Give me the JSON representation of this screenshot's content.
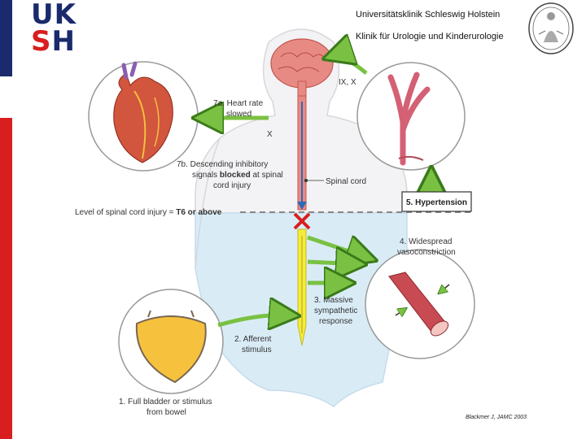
{
  "header": {
    "logo_line1": "UK",
    "logo_line2_s": "S",
    "logo_line2_h": "H",
    "institution": "Universitätsklinik Schleswig Holstein",
    "department": "Klinik für Urologie und Kinderurologie"
  },
  "diagram": {
    "cranial_nerves": "IX, X",
    "step7a_line1": "7a. Heart rate",
    "step7a_line2": "slowed",
    "vagus_label": "X",
    "step7b_line1": "7b. Descending inhibitory",
    "step7b_line2a": "signals ",
    "step7b_line2b": "blocked",
    "step7b_line2c": " at spinal",
    "step7b_line3": "cord injury",
    "spinal_cord": "Spinal cord",
    "level_prefix": "Level of spinal cord injury = ",
    "level_value": "T6 or above",
    "step5": "5. Hypertension",
    "step4_line1": "4. Widespread",
    "step4_line2": "vasoconstriction",
    "step3_line1": "3. Massive",
    "step3_line2": "sympathetic",
    "step3_line3": "response",
    "step2_line1": "2. Afferent",
    "step2_line2": "stimulus",
    "step1_line1": "1. Full bladder or stimulus",
    "step1_line2": "from bowel"
  },
  "citation": "Blackmer J, JAMC 2003",
  "colors": {
    "brand_blue": "#1a2a6c",
    "brand_red": "#d81e1e",
    "arrow_green": "#7ac143",
    "spinal_yellow": "#f3ec3a",
    "brain_red": "#e88a84"
  }
}
